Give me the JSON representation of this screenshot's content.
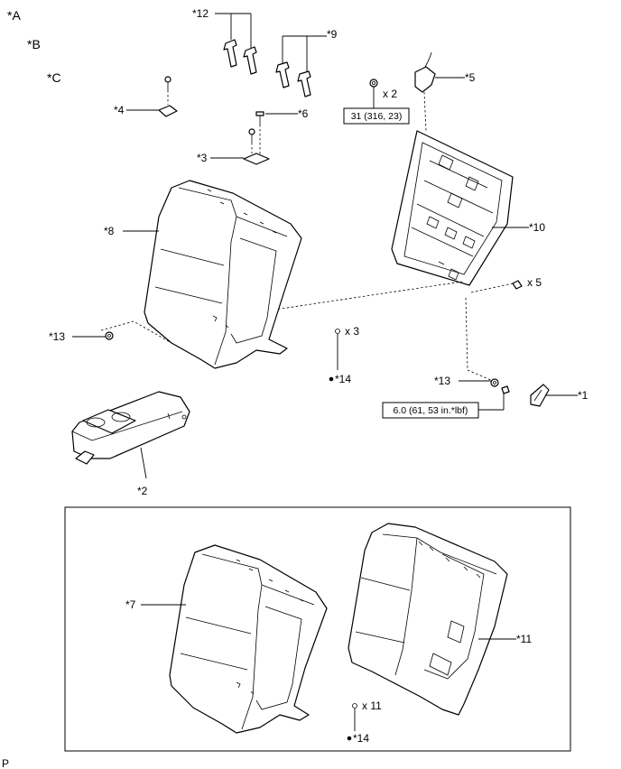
{
  "legend": {
    "a": "*A",
    "b": "*B",
    "c": "*C"
  },
  "callouts": {
    "c1": "*1",
    "c2": "*2",
    "c3": "*3",
    "c4": "*4",
    "c5": "*5",
    "c6": "*6",
    "c7": "*7",
    "c8": "*8",
    "c9": "*9",
    "c10": "*10",
    "c11": "*11",
    "c12": "*12",
    "c13a": "*13",
    "c13b": "*13",
    "c14a": "*14",
    "c14b": "*14"
  },
  "quantities": {
    "q2": "x 2",
    "q5": "x 5",
    "q3": "x 3",
    "q11": "x 11"
  },
  "torque_specs": {
    "nut": "31 (316, 23)",
    "bolt": "6.0 (61, 53 in.*lbf)"
  },
  "footer_code": "P"
}
